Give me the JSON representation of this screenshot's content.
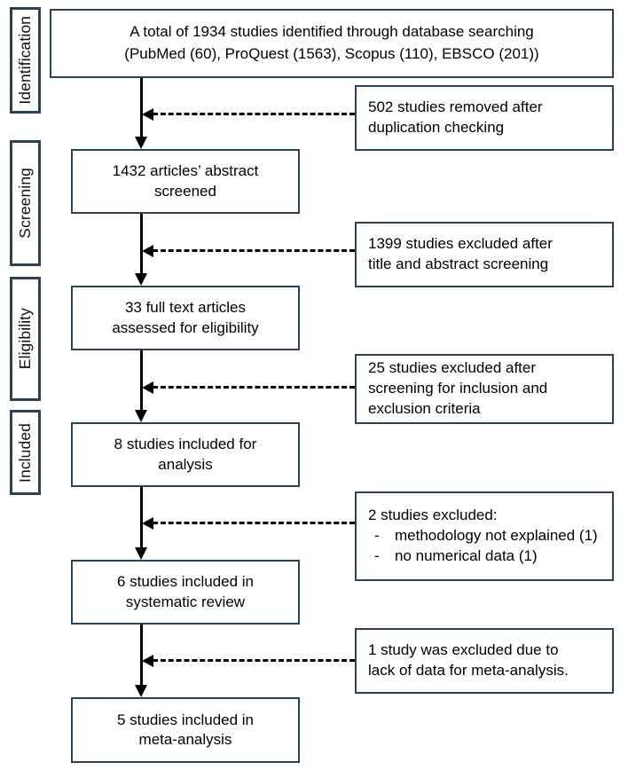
{
  "diagram": {
    "type": "prisma-flow-diagram",
    "stages": [
      {
        "id": "identification",
        "label": "Identification"
      },
      {
        "id": "screening",
        "label": "Screening"
      },
      {
        "id": "eligibility",
        "label": "Eligibility"
      },
      {
        "id": "included",
        "label": "Included"
      }
    ],
    "main_boxes": [
      {
        "id": "records-identified",
        "line1": "A total of 1934 studies identified through database searching",
        "line2": "(PubMed (60), ProQuest (1563), Scopus (110), EBSCO (201))"
      },
      {
        "id": "abstracts-screened",
        "line1": "1432 articles’ abstract",
        "line2": "screened"
      },
      {
        "id": "full-text-assessed",
        "line1": "33 full text articles",
        "line2": "assessed for eligibility"
      },
      {
        "id": "included-for-analysis",
        "line1": "8 studies included for",
        "line2": "analysis"
      },
      {
        "id": "systematic-review",
        "line1": "6 studies included in",
        "line2": "systematic review"
      },
      {
        "id": "meta-analysis",
        "line1": "5 studies included in",
        "line2": "meta-analysis"
      }
    ],
    "side_boxes": [
      {
        "id": "duplicates-removed",
        "line1": "502 studies removed after",
        "line2": "duplication checking"
      },
      {
        "id": "title-abstract-excluded",
        "line1": "1399 studies excluded after",
        "line2": "title and abstract screening"
      },
      {
        "id": "criteria-excluded",
        "line1": "25 studies excluded after",
        "line2": "screening for inclusion and",
        "line3": "exclusion criteria"
      },
      {
        "id": "analysis-excluded",
        "header": "2 studies excluded:",
        "bullet_marker": "-",
        "bullets": [
          "methodology not explained (1)",
          "no numerical data (1)"
        ]
      },
      {
        "id": "meta-analysis-excluded",
        "line1": "1 study was excluded due to",
        "line2": "lack of data for meta-analysis."
      }
    ],
    "colors": {
      "border": "#2b4257",
      "connector": "#000000",
      "background": "#ffffff",
      "text": "#000000"
    }
  }
}
